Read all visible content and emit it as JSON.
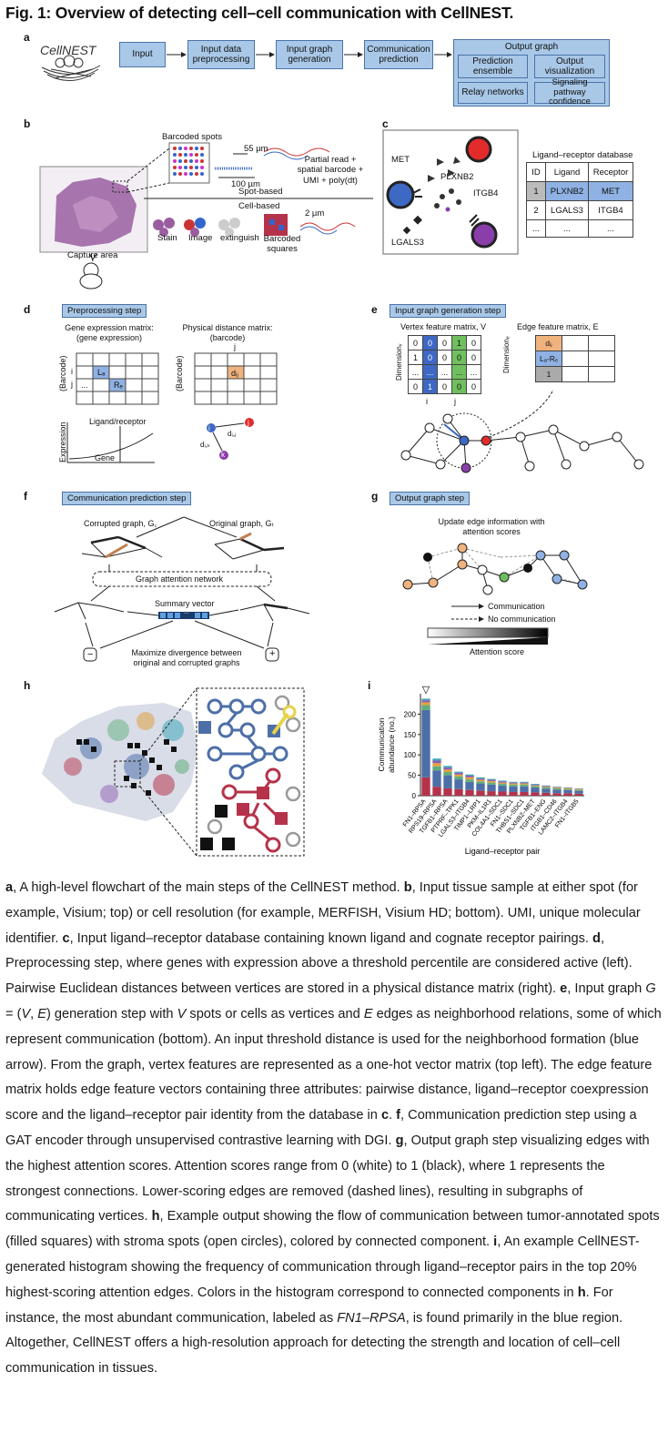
{
  "figure": {
    "title": "Fig. 1: Overview of detecting cell–cell communication with CellNEST."
  },
  "panel_a": {
    "letter": "a",
    "logo_text": "CellNEST",
    "steps": [
      "Input",
      "Input data preprocessing",
      "Input graph generation",
      "Communication prediction"
    ],
    "output_title": "Output graph",
    "outputs": [
      "Prediction ensemble",
      "Output visualization",
      "Relay networks",
      "Signaling pathway confidence"
    ]
  },
  "panel_b": {
    "letter": "b",
    "barcoded_spots": "Barcoded spots",
    "size_55": "55 µm",
    "size_100": "100 µm",
    "read_text": "Partial read + spatial barcode + UMI + poly(dt)",
    "spot_based": "Spot-based",
    "cell_based": "Cell-based",
    "size_2": "2 µm",
    "stain": "Stain",
    "image": "Image",
    "extinguish": "extinguish",
    "barcoded_squares": "Barcoded squares",
    "capture_area": "Capture area"
  },
  "panel_c": {
    "letter": "c",
    "labels": [
      "MET",
      "PLXNB2",
      "ITGB4",
      "LGALS3"
    ],
    "db_title": "Ligand–receptor database",
    "headers": [
      "ID",
      "Ligand",
      "Receptor"
    ],
    "rows": [
      [
        "1",
        "PLXNB2",
        "MET"
      ],
      [
        "2",
        "LGALS3",
        "ITGB4"
      ],
      [
        "...",
        "...",
        "..."
      ]
    ],
    "highlight_color": "#8fb1e3"
  },
  "panel_d": {
    "letter": "d",
    "step": "Preprocessing step",
    "gene_matrix": "Gene expression matrix:",
    "gene_sub": "(gene expression)",
    "distance_matrix": "Physical distance matrix:",
    "distance_sub": "(barcode)",
    "barcode_axis": "(Barcode)",
    "row_i": "i",
    "row_j": "j",
    "col_j": "j",
    "cell_L": "Lₐ",
    "cell_R": "Rₑ",
    "cell_d": "dᵢⱼ",
    "dots": "...",
    "ligand_receptor": "Ligand/receptor",
    "expression": "Expression",
    "gene": "Gene",
    "node_i": "i",
    "node_j": "j",
    "node_k": "k",
    "d_ij": "dᵢ,ⱼ",
    "d_ik": "dᵢ,ₖ"
  },
  "panel_e": {
    "letter": "e",
    "step": "Input graph generation step",
    "vertex_matrix": "Vertex feature matrix, V",
    "edge_matrix": "Edge feature matrix, E",
    "dim_v": "Dimensionᵥ",
    "dim_e": "Dimensionₑ",
    "vertex_rows": [
      [
        "0",
        "0",
        "0",
        "1",
        "0"
      ],
      [
        "1",
        "0",
        "0",
        "0",
        "0"
      ],
      [
        "...",
        "...",
        "...",
        "...",
        "..."
      ],
      [
        "0",
        "1",
        "0",
        "0",
        "0"
      ]
    ],
    "col_i": "i",
    "col_j": "j",
    "edge_cells": [
      "dᵢⱼ",
      "Lₐ-Rₑ",
      "1"
    ]
  },
  "panel_f": {
    "letter": "f",
    "step": "Communication prediction step",
    "corrupted": "Corrupted graph, G꜀",
    "original": "Original graph, Gₜ",
    "gat": "Graph attention network",
    "summary": "Summary vector",
    "summary_dots": "...",
    "minus": "−",
    "plus": "+",
    "maximize": "Maximize divergence between original and corrupted graphs"
  },
  "panel_g": {
    "letter": "g",
    "step": "Output graph step",
    "update": "Update edge information with attention scores",
    "communication": "Communication",
    "no_communication": "No communication",
    "attention": "Attention score"
  },
  "panel_h": {
    "letter": "h",
    "colors": {
      "blue": "#4d6fa8",
      "red": "#b5334a",
      "yellow": "#e8d34a",
      "gray": "#9a9a9a"
    }
  },
  "panel_i": {
    "letter": "i",
    "triangle": "▽"
  },
  "chart_data": {
    "type": "bar",
    "stacked": true,
    "xlabel": "Ligand–receptor pair",
    "ylabel": "Communication abundance (no.)",
    "ylim": [
      0,
      250
    ],
    "yticks": [
      0,
      50,
      100,
      150,
      200
    ],
    "categories": [
      "FN1–RPSA",
      "RPS19–RPSA",
      "TGFB1–RPSA",
      "PTPRF–TPK1",
      "LGALS3–ITGB4",
      "TIMP1–LRP1",
      "PKM–IL1R1",
      "COL4A1–SDC1",
      "FN1–SDC1",
      "THBS1–SDC1",
      "PLXNB2–MET",
      "TGFB1–ENG",
      "ITGB1–CD46",
      "LAMC2–ITGB4",
      "FN1–ITGB5"
    ],
    "series": [
      {
        "color": "#b5334a",
        "values": [
          45,
          22,
          18,
          16,
          14,
          12,
          11,
          10,
          9,
          9,
          8,
          7,
          6,
          6,
          5
        ]
      },
      {
        "color": "#4d6fa8",
        "values": [
          165,
          40,
          32,
          24,
          20,
          18,
          16,
          15,
          14,
          14,
          12,
          10,
          9,
          8,
          7
        ]
      },
      {
        "color": "#5fae7a",
        "values": [
          12,
          10,
          8,
          7,
          6,
          5,
          5,
          4,
          4,
          4,
          3,
          3,
          3,
          2,
          2
        ]
      },
      {
        "color": "#e0a040",
        "values": [
          7,
          8,
          6,
          5,
          5,
          4,
          4,
          3,
          3,
          3,
          2,
          2,
          2,
          2,
          2
        ]
      },
      {
        "color": "#8a5bb0",
        "values": [
          5,
          6,
          5,
          4,
          4,
          3,
          3,
          3,
          2,
          2,
          2,
          2,
          1,
          1,
          1
        ]
      },
      {
        "color": "#3fa7b8",
        "values": [
          4,
          5,
          4,
          3,
          3,
          3,
          2,
          2,
          2,
          2,
          2,
          1,
          1,
          1,
          1
        ]
      }
    ]
  },
  "caption": {
    "text_html": "<b>a</b>, A high-level flowchart of the main steps of the CellNEST method. <b>b</b>, Input tissue sample at either spot (for example, Visium; top) or cell resolution (for example, MERFISH, Visium HD; bottom). UMI, unique molecular identifier. <b>c</b>, Input ligand–receptor database containing known ligand and cognate receptor pairings. <b>d</b>, Preprocessing step, where genes with expression above a threshold percentile are considered active (left). Pairwise Euclidean distances between vertices are stored in a physical distance matrix (right). <b>e</b>, Input graph <i>G</i> = (<i>V</i>, <i>E</i>) generation step with <i>V</i> spots or cells as vertices and <i>E</i> edges as neighborhood relations, some of which represent communication (bottom). An input threshold distance is used for the neighborhood formation (blue arrow). From the graph, vertex features are represented as a one-hot vector matrix (top left). The edge feature matrix holds edge feature vectors containing three attributes: pairwise distance, ligand–receptor coexpression score and the ligand–receptor pair identity from the database in <b>c</b>. <b>f</b>, Communication prediction step using a GAT encoder through unsupervised contrastive learning with DGI. <b>g</b>, Output graph step visualizing edges with the highest attention scores. Attention scores range from 0 (white) to 1 (black), where 1 represents the strongest connections. Lower-scoring edges are removed (dashed lines), resulting in subgraphs of communicating vertices. <b>h</b>, Example output showing the flow of communication between tumor-annotated spots (filled squares) with stroma spots (open circles), colored by connected component. <b>i</b>, An example CellNEST-generated histogram showing the frequency of communication through ligand–receptor pairs in the top 20% highest-scoring attention edges. Colors in the histogram correspond to connected components in <b>h</b>. For instance, the most abundant communication, labeled as <i>FN1–RPSA</i>, is found primarily in the blue region. Altogether, CellNEST offers a high-resolution approach for detecting the strength and location of cell–cell communication in tissues."
  }
}
